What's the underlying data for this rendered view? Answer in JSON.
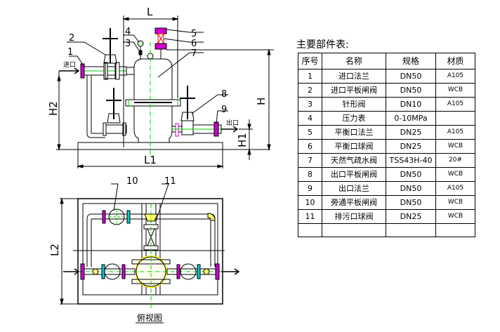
{
  "parts_table": {
    "title": "主要部件表:",
    "headers": {
      "no": "序号",
      "name": "名称",
      "spec": "规格",
      "material": "材质"
    },
    "rows": [
      {
        "no": "1",
        "name": "进口法兰",
        "spec": "DN50",
        "material": "A105"
      },
      {
        "no": "2",
        "name": "进口平板闸阀",
        "spec": "DN50",
        "material": "WCB"
      },
      {
        "no": "3",
        "name": "针形阀",
        "spec": "DN10",
        "material": "A105"
      },
      {
        "no": "4",
        "name": "压力表",
        "spec": "0-10MPa",
        "material": ""
      },
      {
        "no": "5",
        "name": "平衡口法兰",
        "spec": "DN25",
        "material": "A105"
      },
      {
        "no": "6",
        "name": "平衡口球阀",
        "spec": "DN25",
        "material": "WCB"
      },
      {
        "no": "7",
        "name": "天然气疏水阀",
        "spec": "TSS43H-40",
        "material": "20#"
      },
      {
        "no": "8",
        "name": "出口平板闸阀",
        "spec": "DN50",
        "material": "WCB"
      },
      {
        "no": "9",
        "name": "出口法兰",
        "spec": "DN50",
        "material": "A105"
      },
      {
        "no": "10",
        "name": "旁通平板闸阀",
        "spec": "DN50",
        "material": "WCB"
      },
      {
        "no": "11",
        "name": "排污口球阀",
        "spec": "DN25",
        "material": "WCB"
      }
    ]
  },
  "front_view": {
    "dimensions": {
      "L": "L",
      "L1": "L1",
      "H": "H",
      "H1": "H1",
      "H2": "H2"
    },
    "inlet_label": "进口",
    "outlet_label": "出口",
    "callouts": [
      "1",
      "2",
      "3",
      "4",
      "5",
      "6",
      "7",
      "8",
      "9"
    ]
  },
  "top_view": {
    "caption": "俯视图",
    "dimensions": {
      "L2": "L2"
    },
    "callouts": [
      "10",
      "11"
    ]
  },
  "colors": {
    "line": "#000000",
    "centerline": "#00cc00",
    "flange": "#cc00cc",
    "gasket": "#00cccc",
    "fitting": "#ffff66",
    "valve_red": "#ff0000"
  }
}
